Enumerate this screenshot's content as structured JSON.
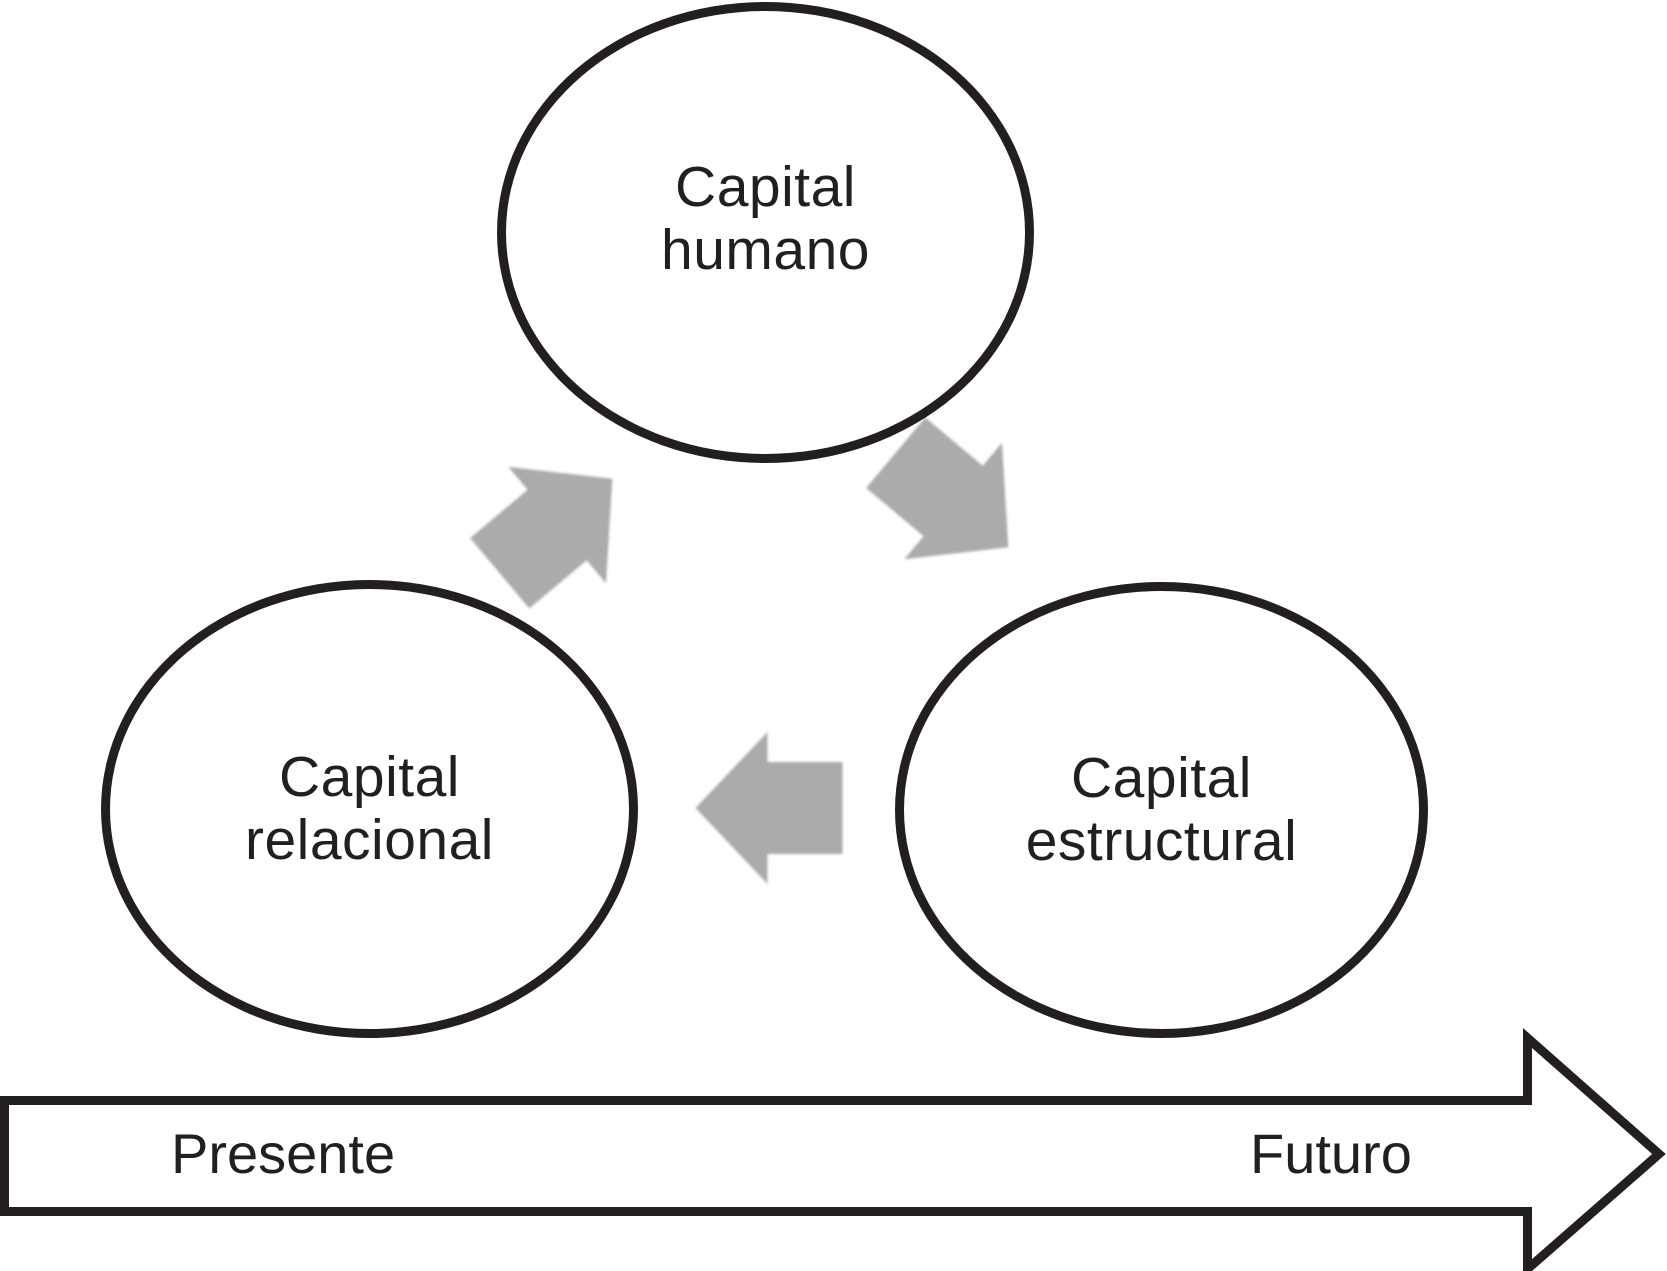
{
  "figure": {
    "nodes": [
      {
        "id": "capital-humano",
        "line1": "Capital",
        "line2": "humano"
      },
      {
        "id": "capital-relacional",
        "line1": "Capital",
        "line2": "relacional"
      },
      {
        "id": "capital-estructural",
        "line1": "Capital",
        "line2": "estructural"
      }
    ],
    "cycle_arrows": [
      {
        "from": "capital-relacional",
        "to": "capital-humano",
        "direction": "up-right"
      },
      {
        "from": "capital-humano",
        "to": "capital-estructural",
        "direction": "down-right"
      },
      {
        "from": "capital-estructural",
        "to": "capital-relacional",
        "direction": "left"
      }
    ],
    "timeline": {
      "start_label": "Presente",
      "end_label": "Futuro",
      "direction": "right"
    }
  },
  "colors": {
    "outline": "#231f20",
    "cycle_arrow_fill": "#a9abad",
    "timeline_fill": "#ffffff",
    "background": "#ffffff"
  }
}
